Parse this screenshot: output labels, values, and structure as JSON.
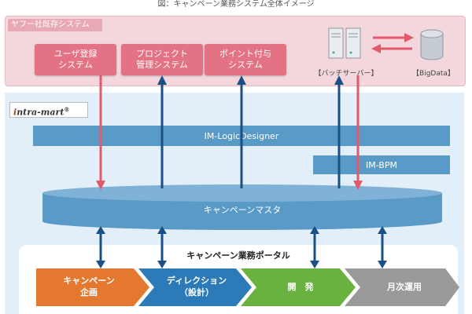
{
  "caption": "図：キャンペーン業務システム全体イメージ",
  "legacy": {
    "tag": "ヤフー社既存システム",
    "systems": [
      "ユーザ登録\nシステム",
      "プロジェクト\n管理システム",
      "ポイント付与\nシステム"
    ],
    "batch_server_label": "【バッチサーバー】",
    "bigdata_label": "【BigData】"
  },
  "intramart": {
    "logo_prefix": "i",
    "logo_rest": "ntra-mart",
    "logo_mark": "®",
    "logic_designer": "IM-LogicDesigner",
    "bpm": "IM-BPM",
    "master": "キャンペーンマスタ"
  },
  "portal": {
    "title": "キャンペーン業務ポータル",
    "phases": [
      {
        "label": "キャンペーン\n企画",
        "color": "#e4782f"
      },
      {
        "label": "ディレクション\n（設計）",
        "color": "#2d7ab8"
      },
      {
        "label": "開　発",
        "color": "#6ab23f"
      },
      {
        "label": "月次運用",
        "color": "#9a9a9a"
      }
    ]
  },
  "colors": {
    "red_arrow": "#e25a6a",
    "blue_arrow": "#1b4f86",
    "system_box": "#e27284",
    "bar": "#5a9ac7"
  }
}
